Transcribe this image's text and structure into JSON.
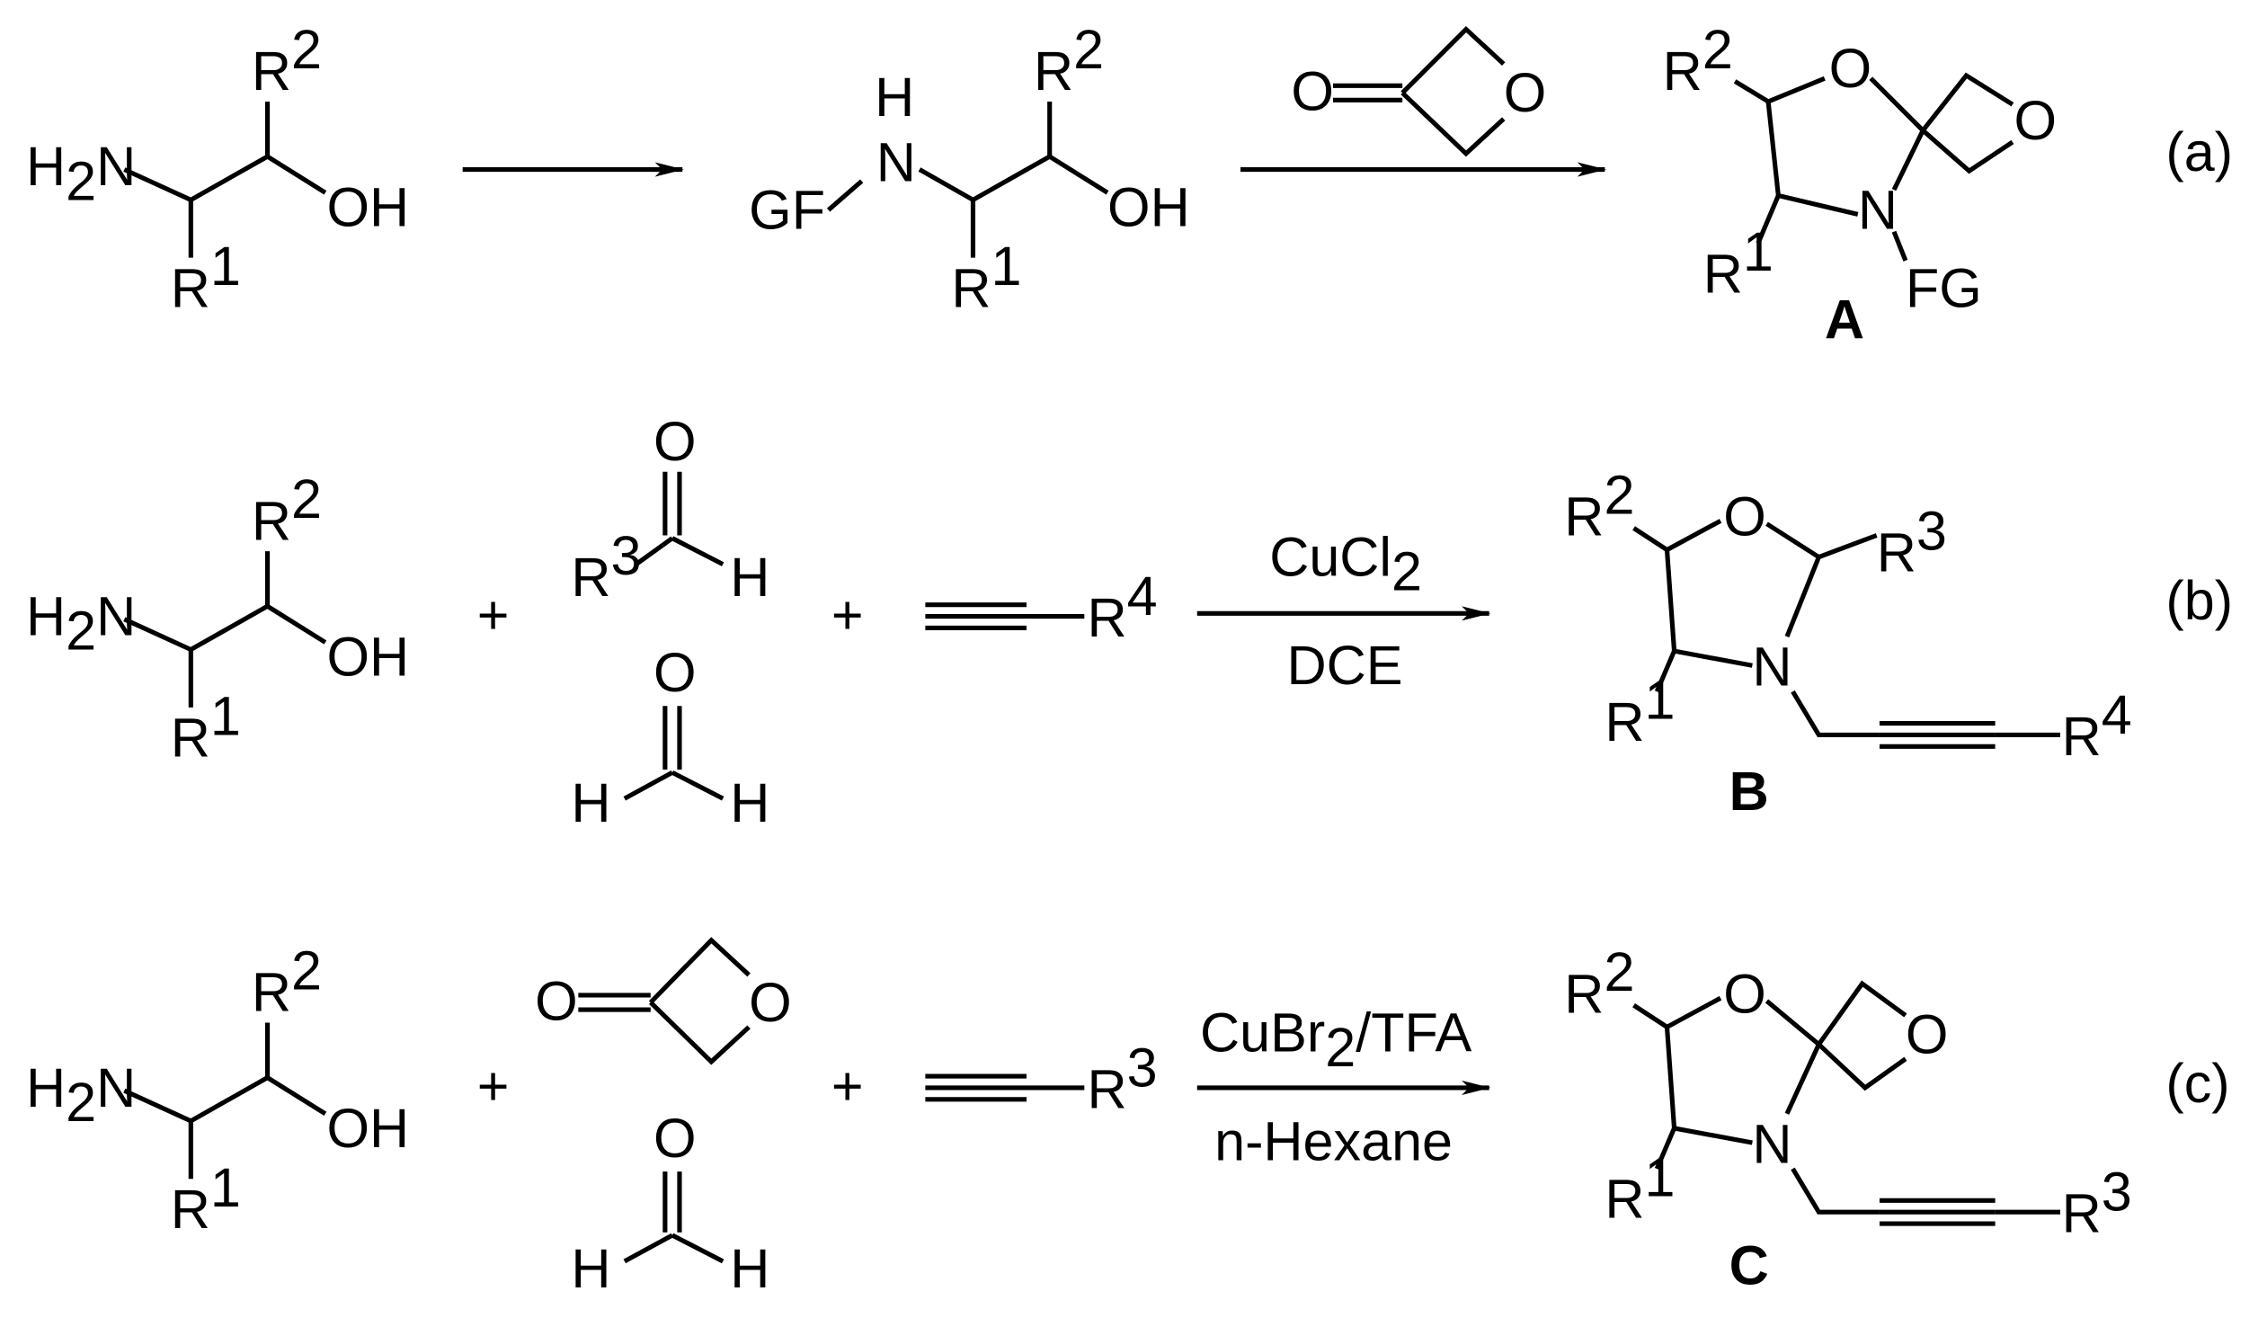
{
  "rows": [
    {
      "tag": "(a)",
      "arrow_reagent_top": "",
      "arrow_reagent_bottom": "",
      "product_label": "A"
    },
    {
      "tag": "(b)",
      "arrow_reagent_top": "CuCl2",
      "arrow_reagent_bottom": "DCE",
      "product_label": "B"
    },
    {
      "tag": "(c)",
      "arrow_reagent_top": "CuBr2/TFA",
      "arrow_reagent_bottom": "n-Hexane",
      "product_label": "C"
    }
  ],
  "atoms": {
    "amine": "H2N",
    "hydroxyl": "OH",
    "nitrogen": "N",
    "hydrogen": "H",
    "oxygen": "O",
    "r1": "R1",
    "r2": "R2",
    "r3": "R3",
    "r4": "R4",
    "gf": "GF",
    "fg": "FG",
    "plus": "+"
  }
}
